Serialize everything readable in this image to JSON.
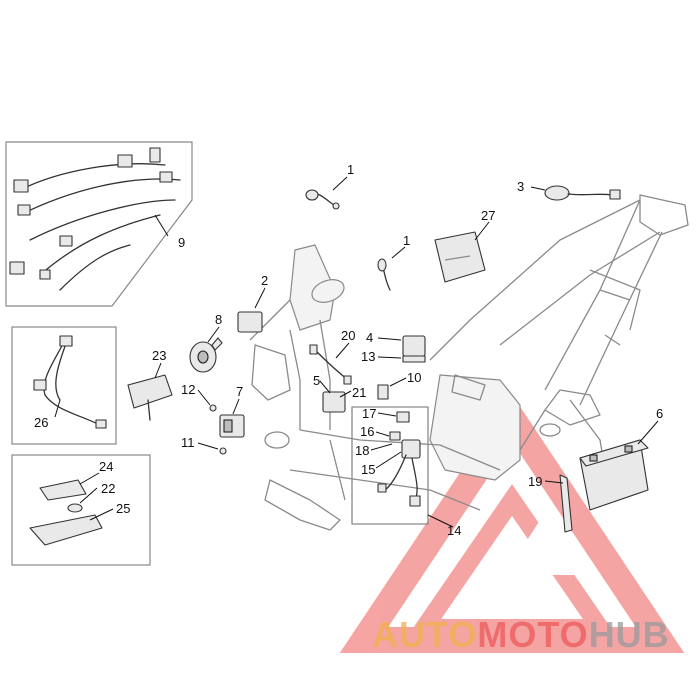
{
  "callouts": [
    {
      "id": "c1a",
      "label": "1"
    },
    {
      "id": "c1b",
      "label": "1"
    },
    {
      "id": "c2",
      "label": "2"
    },
    {
      "id": "c3",
      "label": "3"
    },
    {
      "id": "c4",
      "label": "4"
    },
    {
      "id": "c5",
      "label": "5"
    },
    {
      "id": "c6",
      "label": "6"
    },
    {
      "id": "c7",
      "label": "7"
    },
    {
      "id": "c8",
      "label": "8"
    },
    {
      "id": "c9",
      "label": "9"
    },
    {
      "id": "c10",
      "label": "10"
    },
    {
      "id": "c11",
      "label": "11"
    },
    {
      "id": "c12",
      "label": "12"
    },
    {
      "id": "c13",
      "label": "13"
    },
    {
      "id": "c14",
      "label": "14"
    },
    {
      "id": "c15",
      "label": "15"
    },
    {
      "id": "c16",
      "label": "16"
    },
    {
      "id": "c17",
      "label": "17"
    },
    {
      "id": "c18",
      "label": "18"
    },
    {
      "id": "c19",
      "label": "19"
    },
    {
      "id": "c20",
      "label": "20"
    },
    {
      "id": "c21",
      "label": "21"
    },
    {
      "id": "c22",
      "label": "22"
    },
    {
      "id": "c23",
      "label": "23"
    },
    {
      "id": "c24",
      "label": "24"
    },
    {
      "id": "c25",
      "label": "25"
    },
    {
      "id": "c26",
      "label": "26"
    },
    {
      "id": "c27",
      "label": "27"
    }
  ],
  "watermark": {
    "part1": "AUTO",
    "part2": "MOTO",
    "part3": "HUB",
    "color_primary": "#f2b04a",
    "color_secondary": "#ee5a5a",
    "color_tertiary": "#9a9a9a"
  }
}
